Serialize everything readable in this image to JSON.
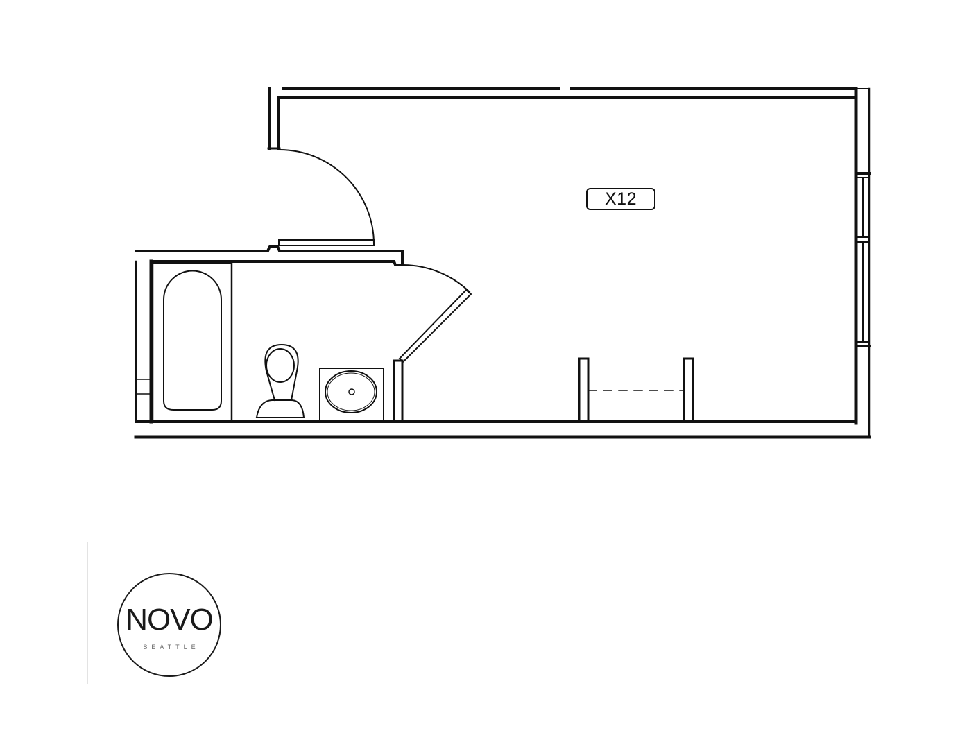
{
  "floorplan": {
    "unit_label": "X12",
    "line_color": "#111111",
    "background": "#ffffff",
    "rooms": [
      "living-area",
      "bathroom"
    ],
    "fixtures": [
      "bathtub",
      "toilet",
      "sink",
      "entry-door",
      "bathroom-door",
      "closet-opening",
      "windows"
    ]
  },
  "logo": {
    "name": "NOVO",
    "subtitle": "SEATTLE"
  }
}
